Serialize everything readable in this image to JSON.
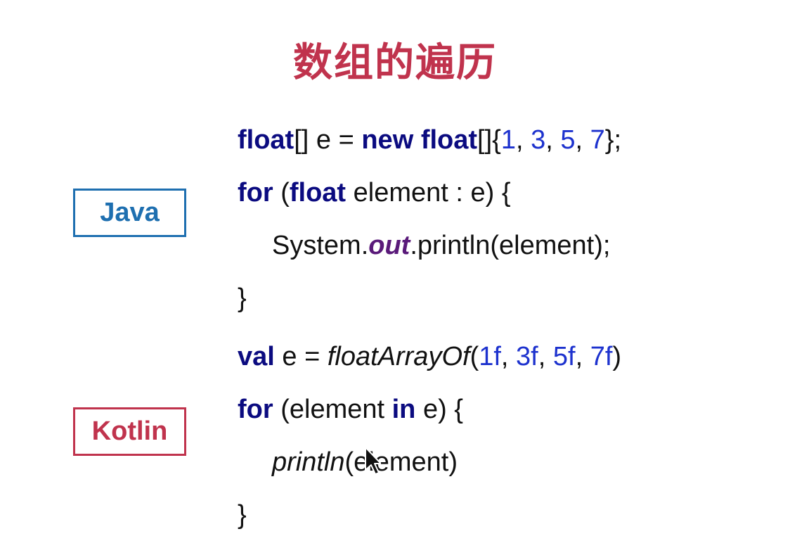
{
  "colors": {
    "title": "#c0334d",
    "java_label": "#1e6fb0",
    "kotlin_label": "#c0334d",
    "keyword": "#0b0b80",
    "number": "#1d32ce",
    "field": "#5a1a7a",
    "text": "#111111"
  },
  "slide": {
    "title": "数组的遍历",
    "java_label": "Java",
    "kotlin_label": "Kotlin"
  },
  "code": {
    "java": [
      [
        {
          "text": "float",
          "kind": "kw"
        },
        {
          "text": "[] e = ",
          "kind": "plain"
        },
        {
          "text": "new",
          "kind": "kw"
        },
        {
          "text": " ",
          "kind": "plain"
        },
        {
          "text": "float",
          "kind": "kw"
        },
        {
          "text": "[]{",
          "kind": "plain"
        },
        {
          "text": "1",
          "kind": "num"
        },
        {
          "text": ", ",
          "kind": "plain"
        },
        {
          "text": "3",
          "kind": "num"
        },
        {
          "text": ", ",
          "kind": "plain"
        },
        {
          "text": "5",
          "kind": "num"
        },
        {
          "text": ", ",
          "kind": "plain"
        },
        {
          "text": "7",
          "kind": "num"
        },
        {
          "text": "};",
          "kind": "plain"
        }
      ],
      [
        {
          "text": "for",
          "kind": "kw"
        },
        {
          "text": " (",
          "kind": "plain"
        },
        {
          "text": "float",
          "kind": "kw"
        },
        {
          "text": " element : e) {",
          "kind": "plain"
        }
      ],
      [
        {
          "text": "System.",
          "kind": "plain"
        },
        {
          "text": "out",
          "kind": "field"
        },
        {
          "text": ".println(element);",
          "kind": "plain"
        }
      ],
      [
        {
          "text": "}",
          "kind": "plain"
        }
      ]
    ],
    "kotlin": [
      [
        {
          "text": "val",
          "kind": "kw"
        },
        {
          "text": " e = ",
          "kind": "plain"
        },
        {
          "text": "floatArrayOf",
          "kind": "ital"
        },
        {
          "text": "(",
          "kind": "plain"
        },
        {
          "text": "1f",
          "kind": "num"
        },
        {
          "text": ", ",
          "kind": "plain"
        },
        {
          "text": "3f",
          "kind": "num"
        },
        {
          "text": ", ",
          "kind": "plain"
        },
        {
          "text": "5f",
          "kind": "num"
        },
        {
          "text": ", ",
          "kind": "plain"
        },
        {
          "text": "7f",
          "kind": "num"
        },
        {
          "text": ")",
          "kind": "plain"
        }
      ],
      [
        {
          "text": "for",
          "kind": "kw"
        },
        {
          "text": " (element ",
          "kind": "plain"
        },
        {
          "text": "in",
          "kind": "kw"
        },
        {
          "text": " e) {",
          "kind": "plain"
        }
      ],
      [
        {
          "text": "println",
          "kind": "ital"
        },
        {
          "text": "(element)",
          "kind": "plain"
        }
      ],
      [
        {
          "text": "}",
          "kind": "plain"
        }
      ]
    ]
  },
  "cursor": {
    "icon": "mouse-pointer-icon"
  }
}
